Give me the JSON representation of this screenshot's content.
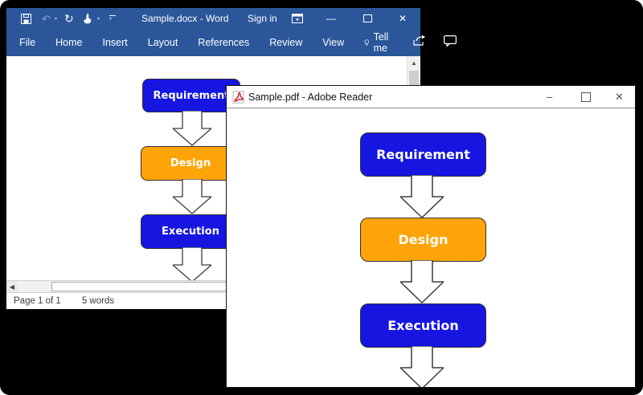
{
  "word_window": {
    "title": "Sample.docx - Word",
    "sign_in_label": "Sign in",
    "tabs": [
      "File",
      "Home",
      "Insert",
      "Layout",
      "References",
      "Review",
      "View"
    ],
    "tell_me_label": "Tell me",
    "status_bar": {
      "page_indicator": "Page 1 of 1",
      "word_count": "5 words"
    },
    "titlebar_color": "#2b579a"
  },
  "adobe_window": {
    "title": "Sample.pdf - Adobe Reader"
  },
  "flowchart": {
    "steps": [
      {
        "label": "Requirement",
        "color": "#1616e0"
      },
      {
        "label": "Design",
        "color": "#ffa408"
      },
      {
        "label": "Execution",
        "color": "#1616e0"
      }
    ],
    "arrow_outline_color": "#3c3c3c"
  },
  "icons": {
    "undo": "↶",
    "redo": "↻",
    "caret": "▾",
    "minimize": "—",
    "close": "✕",
    "adobe_minimize": "–",
    "adobe_close": "✕",
    "scroll_up": "▲",
    "scroll_left": "◀"
  }
}
